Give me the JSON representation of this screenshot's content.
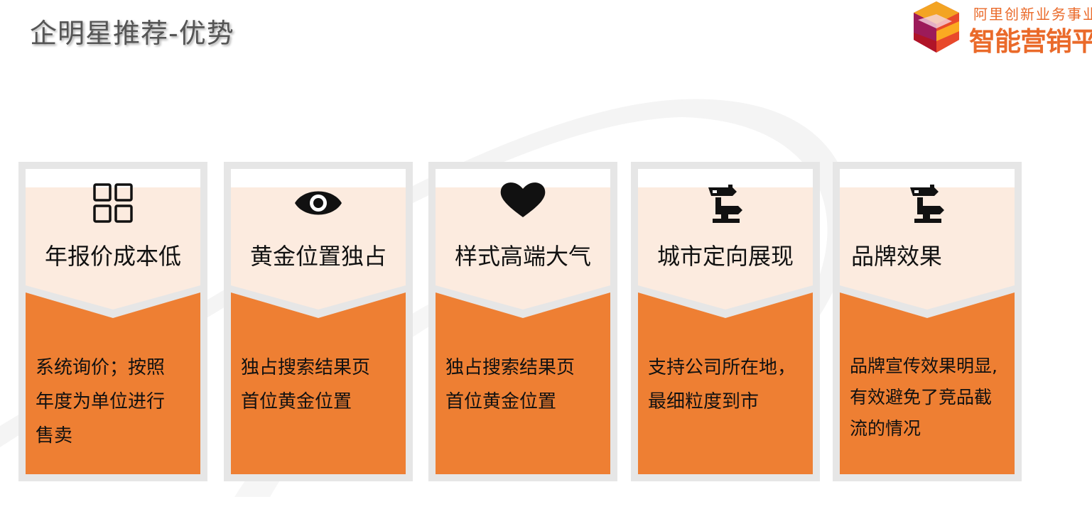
{
  "title": "企明星推荐-优势",
  "logo": {
    "subtitle": "阿里创新业务事业群",
    "name": "智能营销平台"
  },
  "colors": {
    "orange": "#ee7f33",
    "peach": "#fcebdf",
    "frame": "#e6e6e6",
    "logo": "#ea6a2a"
  },
  "cards": [
    {
      "icon": "grid-icon",
      "title": "年报价成本低",
      "body": [
        "系统询价；按照",
        "年度为单位进行",
        "售卖"
      ]
    },
    {
      "icon": "eye-icon",
      "title": "黄金位置独占",
      "body": [
        "独占搜索结果页",
        "首位黄金位置"
      ]
    },
    {
      "icon": "heart-icon",
      "title": "样式高端大气",
      "body": [
        "独占搜索结果页",
        "首位黄金位置"
      ]
    },
    {
      "icon": "signpost-icon",
      "title": "城市定向展现",
      "body": [
        "支持公司所在地，",
        "最细粒度到市"
      ]
    },
    {
      "icon": "signpost-icon",
      "title": "品牌效果",
      "body": [
        "品牌宣传效果明显,",
        "有效避免了竞品截",
        "流的情况"
      ]
    }
  ]
}
